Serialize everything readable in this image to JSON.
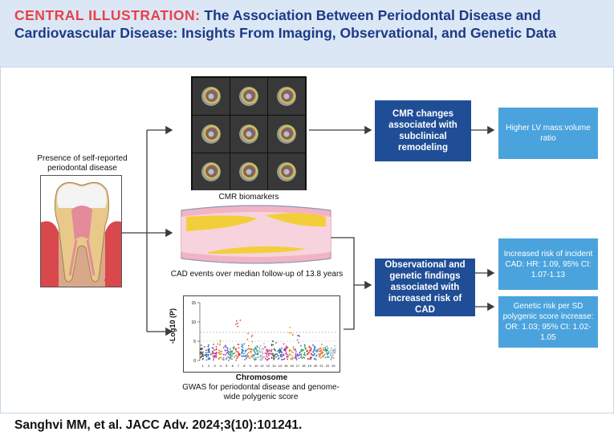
{
  "header": {
    "lead": "CENTRAL ILLUSTRATION:",
    "title": "The Association Between Periodontal Disease and Cardiovascular Disease: Insights From Imaging, Observational, and Genetic Data"
  },
  "exposure": {
    "label": "Presence of self-reported periodontal disease"
  },
  "cmr": {
    "caption": "CMR biomarkers",
    "finding": "CMR changes associated with subclinical remodeling",
    "result": "Higher LV mass:volume ratio"
  },
  "cad": {
    "caption": "CAD events over median follow-up of 13.8 years"
  },
  "gwas": {
    "ylabel": "-Log10 (P)",
    "xlabel": "Chromosome",
    "caption": "GWAS for periodontal disease and genome-wide polygenic score",
    "y_ticks": [
      "0",
      "5",
      "10",
      "15"
    ],
    "chromosomes": [
      "1",
      "2",
      "3",
      "4",
      "5",
      "6",
      "7",
      "8",
      "9",
      "10",
      "11",
      "12",
      "13",
      "14",
      "15",
      "16",
      "17",
      "18",
      "19",
      "20",
      "21",
      "22",
      "23"
    ]
  },
  "observational": {
    "finding": "Observational and genetic findings associated with increased risk of CAD",
    "result_1": "Increased risk of incident CAD: HR: 1.09, 95% CI: 1.07-1.13",
    "result_2": "Genetic risk per SD polygenic score increase: OR: 1.03; 95% CI: 1.02-1.05"
  },
  "citation": "Sanghvi MM, et al. JACC Adv. 2024;3(10):101241.",
  "colors": {
    "header_bg": "#dbe7f5",
    "lead_red": "#e8414a",
    "title_blue": "#1d3a86",
    "dark_box": "#1f4e96",
    "light_box": "#4aa3dd",
    "arrow": "#3c3c3c"
  }
}
